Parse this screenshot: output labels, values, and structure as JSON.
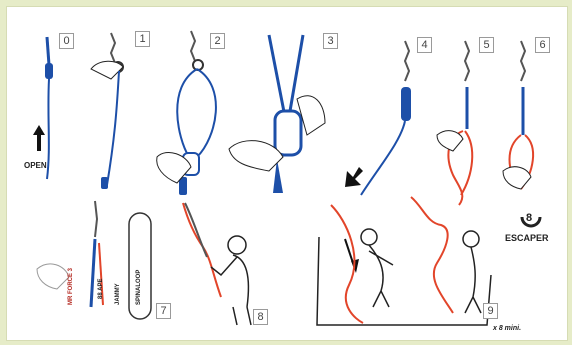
{
  "step_numbers": [
    "0",
    "1",
    "2",
    "3",
    "4",
    "5",
    "6",
    "7",
    "8",
    "9"
  ],
  "labels": {
    "open": "OPEN",
    "escaper": "ESCAPER",
    "repetitions": "x 8 mini.",
    "mr_force": "MR FORCE 3",
    "rope_a": "88 APE",
    "jammy": "JAMMY",
    "spinalooop": "SPINALOOP"
  },
  "colors": {
    "blue_rope": "#1d4fa8",
    "red_rope": "#e2452a",
    "sheet_bg": "#ffffff",
    "frame_bg": "#e6ecc8",
    "line": "#222222"
  },
  "icons": [
    "escaper-logo-icon",
    "up-arrow-icon",
    "down-arrow-icon"
  ]
}
